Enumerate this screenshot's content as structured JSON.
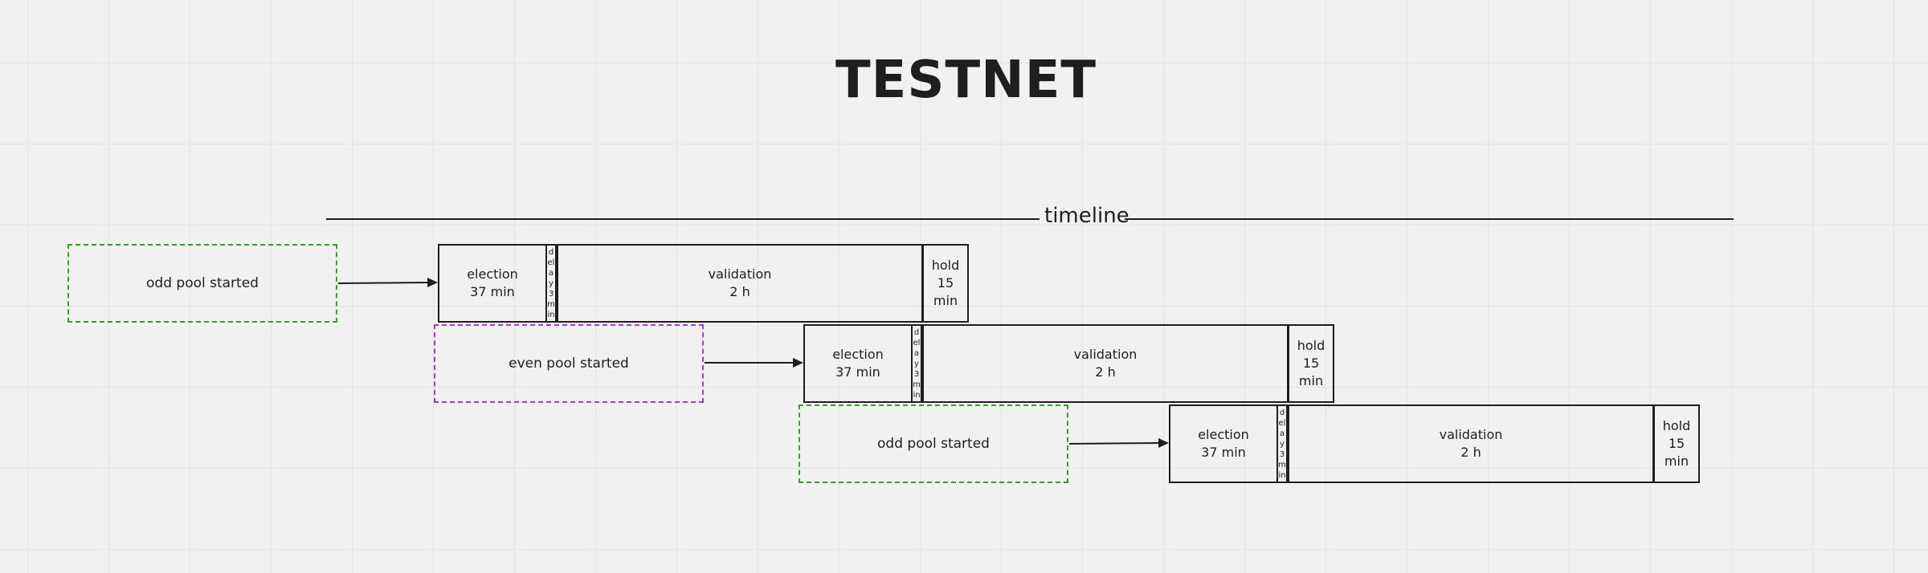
{
  "title": "TESTNET",
  "timeline_label": "timeline",
  "rows": [
    {
      "pool_label": "odd pool started",
      "pool_kind": "odd",
      "election": "election\n37 min",
      "delay": "delay 3 min",
      "validation": "validation\n2 h",
      "hold": "hold\n15\nmin"
    },
    {
      "pool_label": "even pool started",
      "pool_kind": "even",
      "election": "election\n37 min",
      "delay": "delay 3 min",
      "validation": "validation\n2 h",
      "hold": "hold\n15\nmin"
    },
    {
      "pool_label": "odd pool started",
      "pool_kind": "odd",
      "election": "election\n37 min",
      "delay": "delay 3 min",
      "validation": "validation\n2 h",
      "hold": "hold\n15\nmin"
    }
  ],
  "colors": {
    "odd_pool_border": "#3a9a2e",
    "even_pool_border": "#a33dbf",
    "stroke": "#1e1e1e",
    "background": "#f1f1f1"
  }
}
